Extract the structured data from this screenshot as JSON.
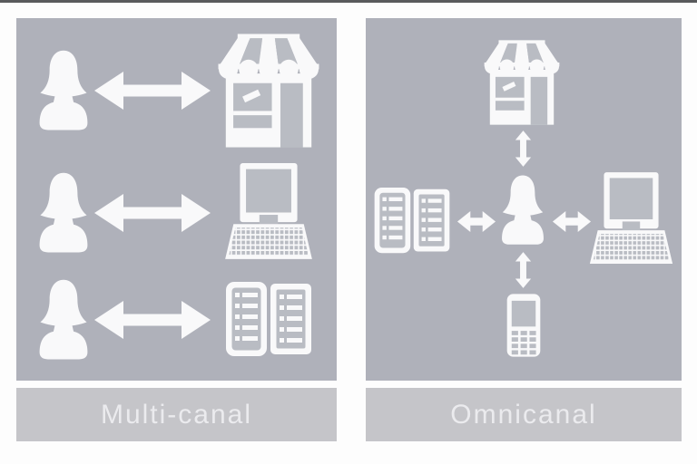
{
  "title": "Multi-canal vs Omnicanal comparison diagram",
  "colors": {
    "page-bg": "#fdfdfd",
    "top-border": "#595a5c",
    "panel-bg": "#afb1ba",
    "label-bar-bg": "#c5c5c9",
    "label-text": "#ebebee",
    "icon-white": "#f9f9fa",
    "icon-inner": "#b9bcc3"
  },
  "diagram": {
    "panels": [
      {
        "id": "multi-canal",
        "label": "Multi-canal",
        "layout": "parallel-rows",
        "rows": [
          {
            "left_icon": "customer",
            "connector": "two-way-arrow",
            "right_icon": "store"
          },
          {
            "left_icon": "customer",
            "connector": "two-way-arrow",
            "right_icon": "laptop"
          },
          {
            "left_icon": "customer",
            "connector": "two-way-arrow",
            "right_icon": "catalog"
          }
        ]
      },
      {
        "id": "omnicanal",
        "label": "Omnicanal",
        "layout": "hub-and-spokes",
        "hub_icon": "customer",
        "spokes": [
          {
            "position": "top",
            "icon": "store",
            "connector": "two-way-arrow"
          },
          {
            "position": "left",
            "icon": "catalog",
            "connector": "two-way-arrow"
          },
          {
            "position": "right",
            "icon": "laptop",
            "connector": "two-way-arrow"
          },
          {
            "position": "bottom",
            "icon": "mobile-phone",
            "connector": "two-way-arrow"
          }
        ]
      }
    ]
  }
}
